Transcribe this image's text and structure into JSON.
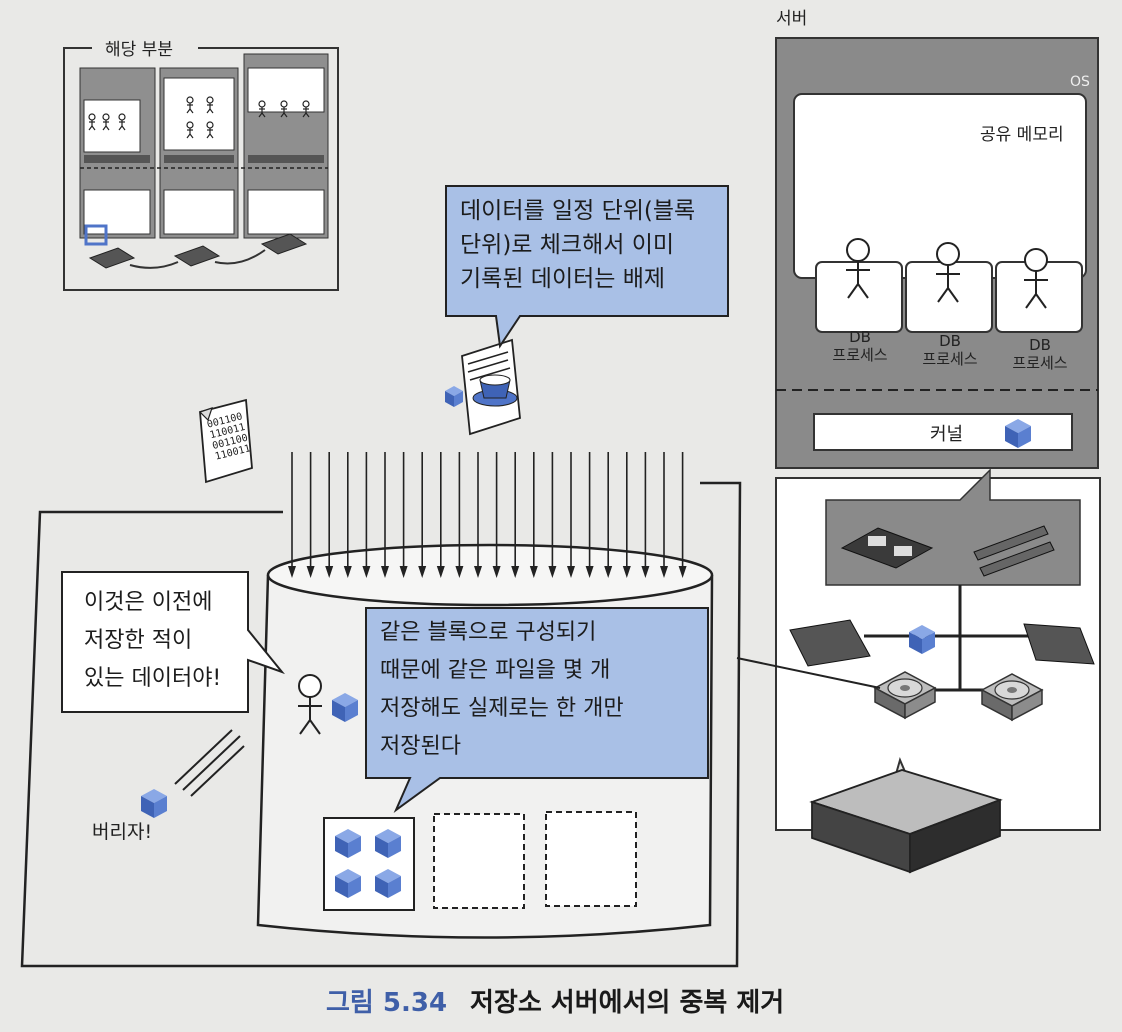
{
  "caption": {
    "figure_number": "그림 5.34",
    "title": "저장소 서버에서의 중복 제거"
  },
  "inset": {
    "label": "해당 부분"
  },
  "server": {
    "title": "서버",
    "os_label": "OS",
    "shared_memory_label": "공유 메모리",
    "db_process_label": "DB\n프로세스",
    "kernel_label": "커널"
  },
  "callouts": {
    "dedupe_check": [
      "데이터를 일정 단위(블록",
      "단위)로 체크해서 이미",
      "기록된 데이터는 배제"
    ],
    "already_saved": [
      "이것은 이전에",
      "저장한 적이",
      "있는 데이터야!"
    ],
    "same_blocks": [
      "같은 블록으로 구성되기",
      "때문에 같은 파일을 몇 개",
      "저장해도 실제로는 한 개만",
      "저장된다"
    ],
    "discard": "버리자!"
  },
  "binary_doc": [
    "001100",
    "110011",
    "001100",
    "110011"
  ],
  "colors": {
    "accent_blue": "#4f74c8",
    "callout_fill": "#a9c0e6",
    "server_gray": "#8a8a8a",
    "caption_blue": "#3f5fa8"
  }
}
